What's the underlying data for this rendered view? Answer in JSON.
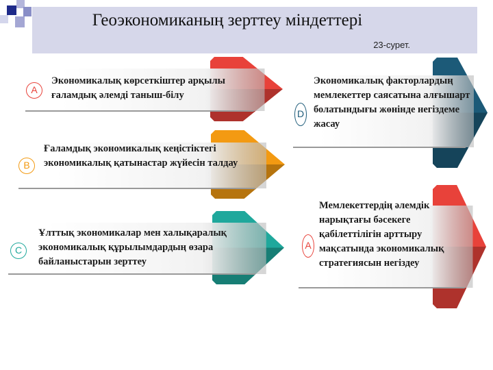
{
  "header": {
    "title": "Геоэкономиканың зерттеу міндеттері",
    "figure_label": "23-сурет."
  },
  "items": [
    {
      "letter": "A",
      "text": "Экономикалық көрсеткіштер арқылы ғаламдық әлемді таныш-білу",
      "color": "#e8423a"
    },
    {
      "letter": "B",
      "text": "Ғаламдық экономикалық кеңістіктегі экономикалық қатынастар жүйесін талдау",
      "color": "#f39a12"
    },
    {
      "letter": "C",
      "text": "Ұлттық экономикалар мен халықаралық экономикалық құрылымдардың өзара байланыстарын зерттеу",
      "color": "#1fa89c"
    },
    {
      "letter": "D",
      "text": "Экономикалық факторлардың мемлекеттер саясатына алғышарт болатындығы жөнінде негіздеме жасау",
      "color": "#1c5a78"
    },
    {
      "letter": "A",
      "text": "Мемлекеттердің әлемдік нарықтағы бәсекеге қабілеттілігін арттыру мақсатында экономикалық стратегиясын негіздеу",
      "color": "#e8423a"
    }
  ]
}
